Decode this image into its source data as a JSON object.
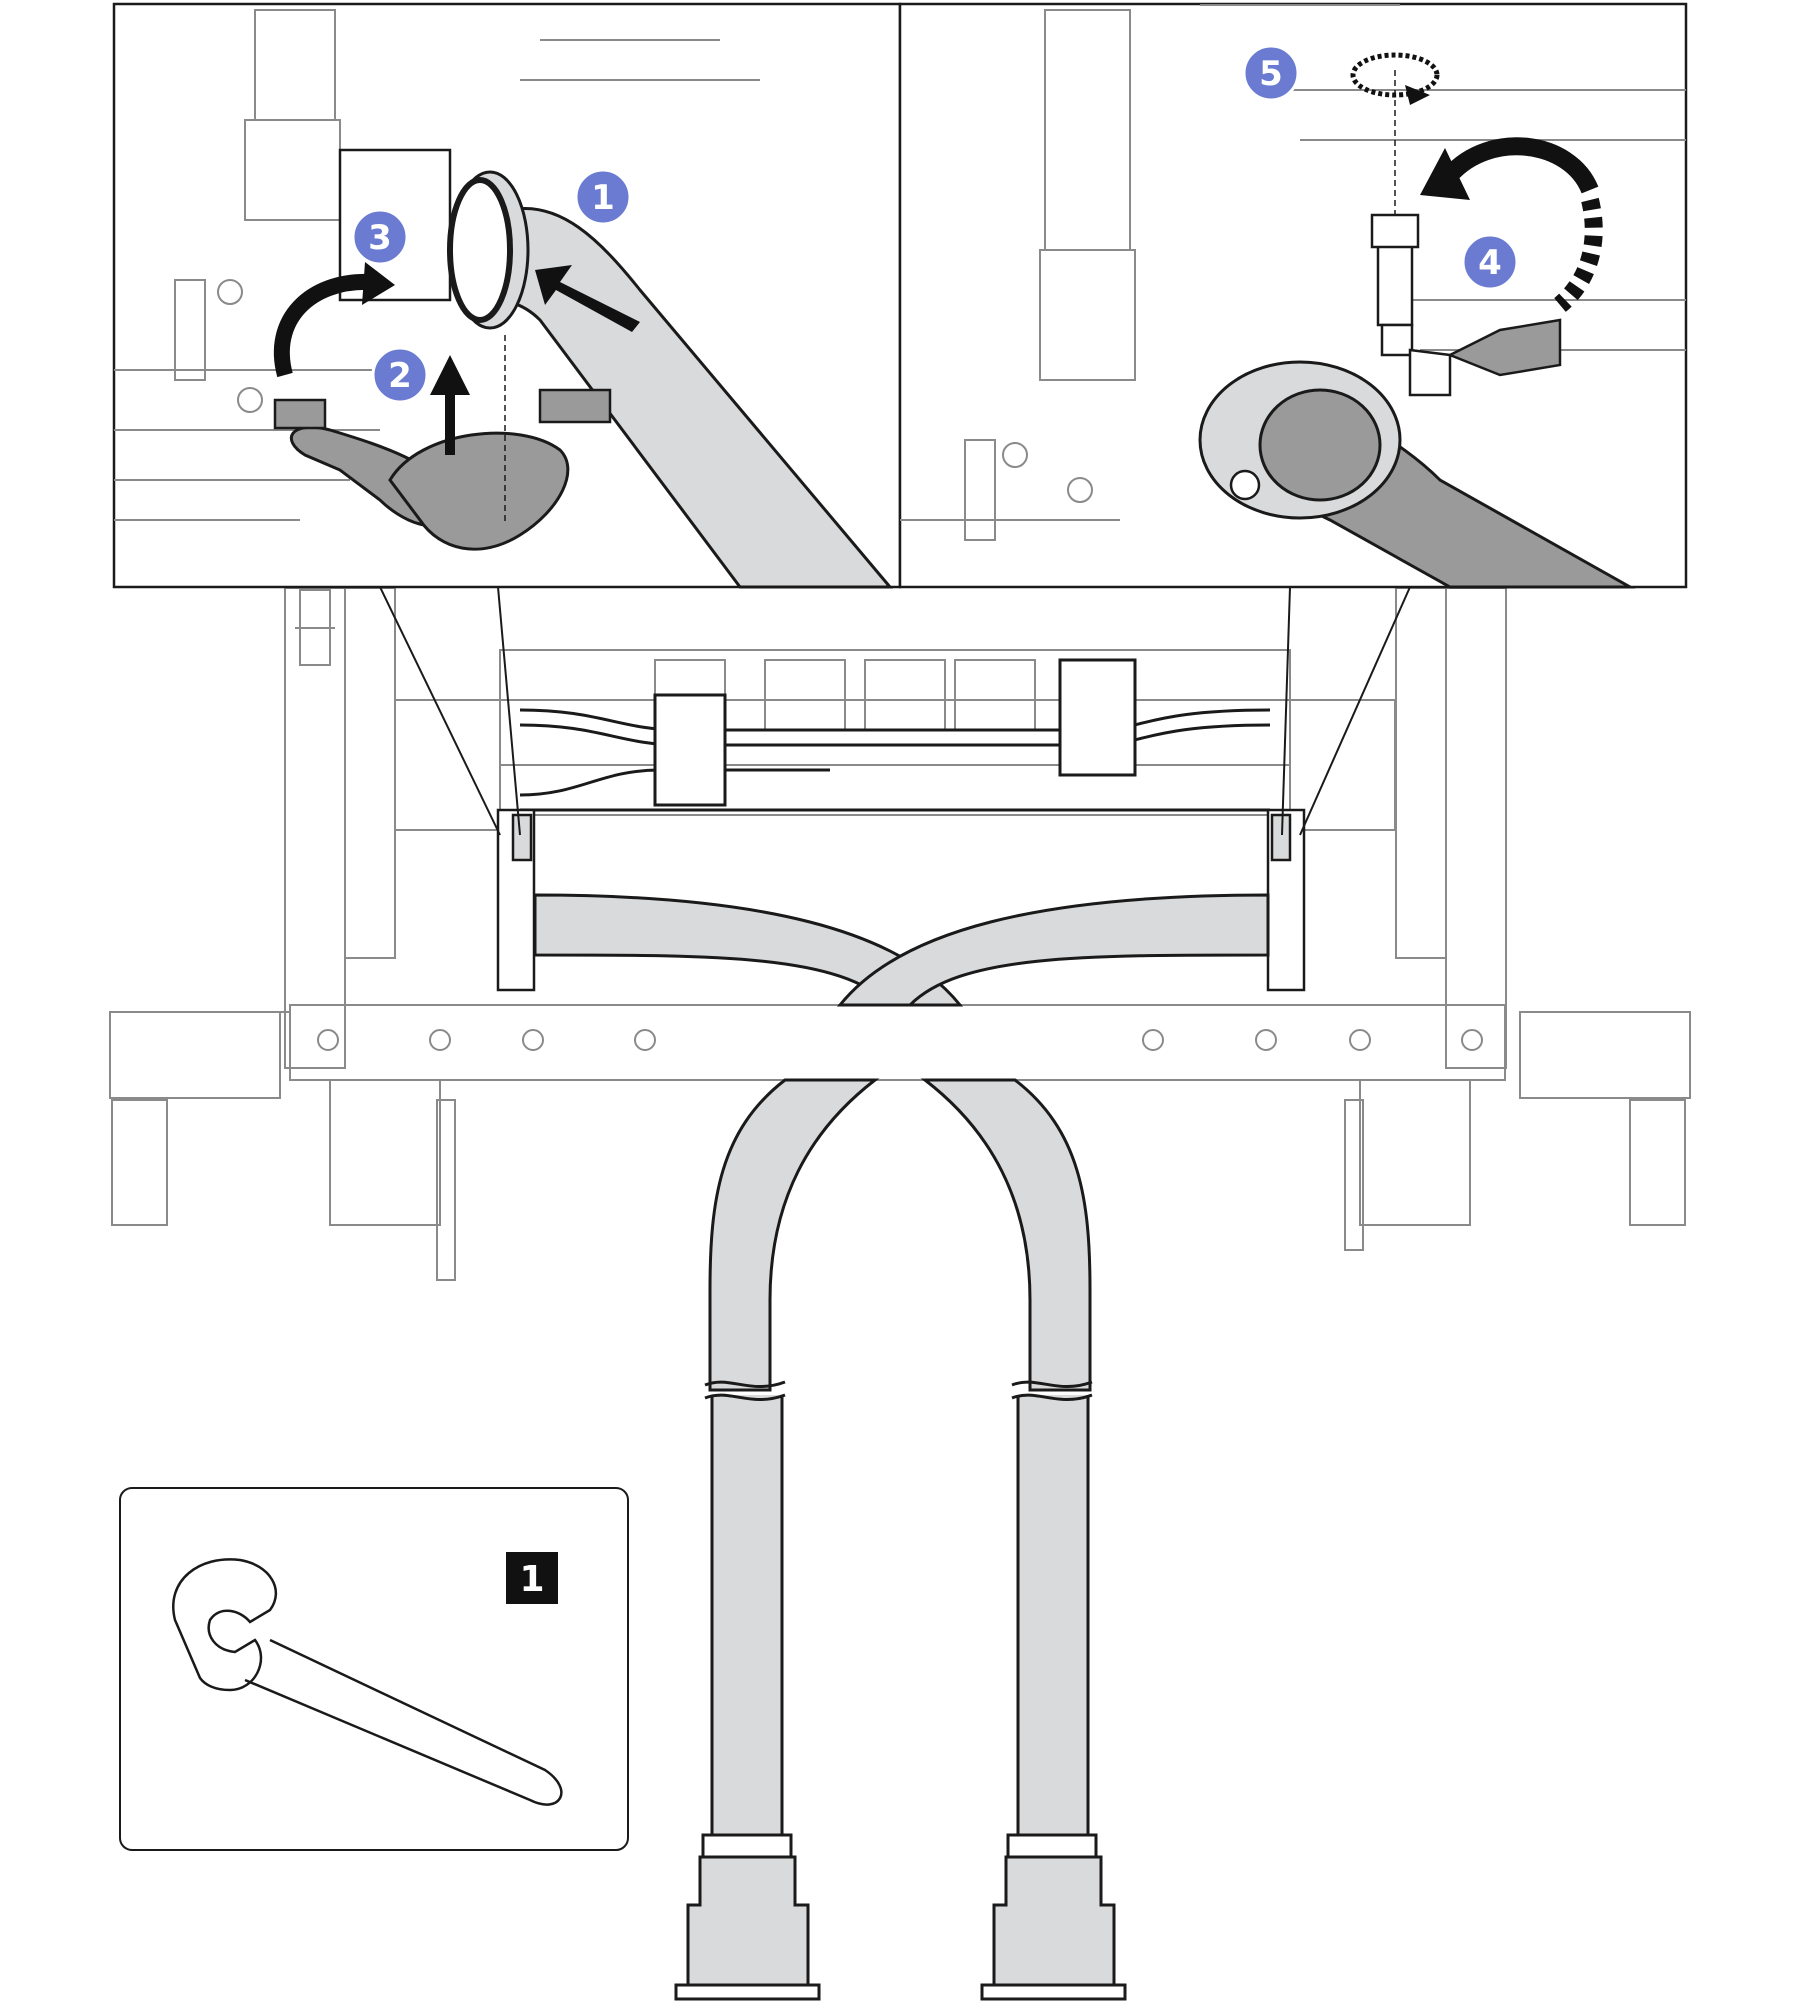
{
  "callouts": {
    "step1": "1",
    "step2": "2",
    "step3": "3",
    "step4": "4",
    "step5": "5"
  },
  "tool_legend": {
    "label": "1",
    "icon": "open-end-wrench-icon"
  },
  "colors": {
    "callout_fill": "#6a7bd1",
    "hose_fill": "#d9dadb",
    "line": "#1a1a1a",
    "light_line": "#8a8a8a"
  }
}
